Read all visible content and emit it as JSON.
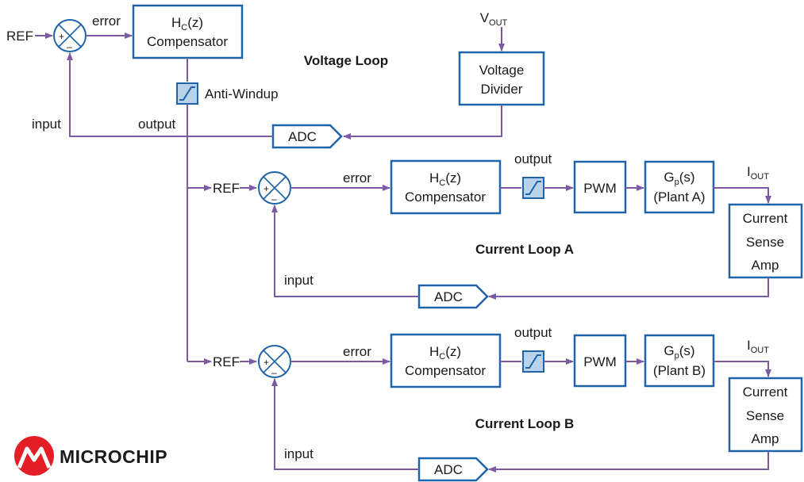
{
  "labels": {
    "ref": "REF",
    "error": "error",
    "input": "input",
    "output": "output",
    "plus": "+",
    "minus": "–",
    "anti_windup": "Anti-Windup",
    "adc": "ADC",
    "pwm": "PWM",
    "compensator_h": "H",
    "compensator_sub": "C",
    "compensator_arg": "(z)",
    "compensator_name": "Compensator",
    "voltage_divider": [
      "Voltage",
      "Divider"
    ],
    "vout_main": "V",
    "vout_sub": "OUT",
    "iout_main": "I",
    "iout_sub": "OUT",
    "sense_amp": [
      "Current",
      "Sense",
      "Amp"
    ],
    "plant_g": "G",
    "plant_sub": "p",
    "plant_arg": "(s)"
  },
  "loops": {
    "voltage": {
      "title": "Voltage Loop"
    },
    "current_a": {
      "title": "Current Loop A",
      "plant": "(Plant A)"
    },
    "current_b": {
      "title": "Current Loop B",
      "plant": "(Plant B)"
    }
  },
  "logo": {
    "text": "MICROCHIP",
    "brand_color": "#e31e26"
  },
  "colors": {
    "wire": "#7b5aa6",
    "box_border": "#1f63a8",
    "saturation_fill": "#b9d3ec"
  }
}
